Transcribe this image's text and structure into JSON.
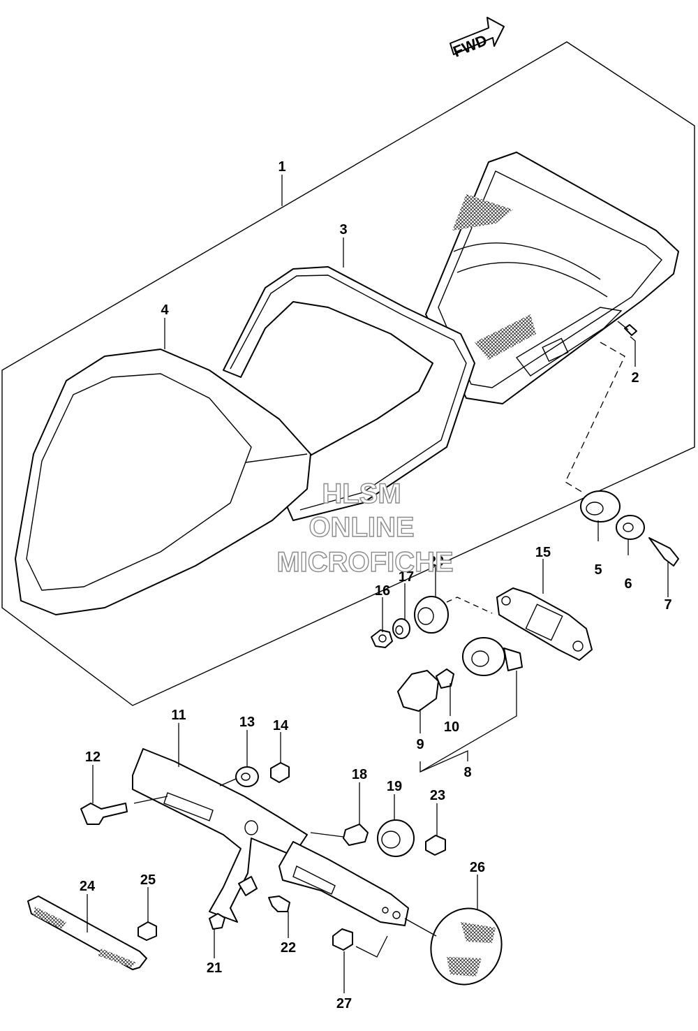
{
  "diagram": {
    "fwd_label": "FWD",
    "watermark": [
      "HLSM",
      "ONLINE",
      "MICROFICHE"
    ],
    "callouts": [
      "1",
      "2",
      "3",
      "4",
      "5",
      "6",
      "7",
      "8",
      "9",
      "10",
      "11",
      "12",
      "13",
      "14",
      "15",
      "16",
      "17",
      "18",
      "19",
      "20",
      "21",
      "22",
      "23",
      "24",
      "25",
      "26",
      "27"
    ]
  }
}
